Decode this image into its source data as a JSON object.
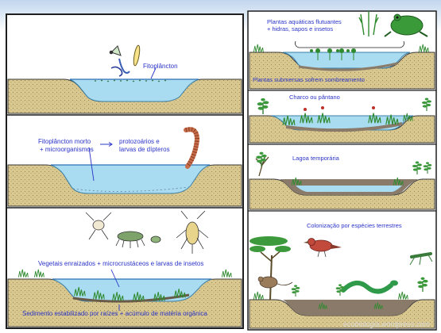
{
  "colors": {
    "label_text": "#2a34c8",
    "water": "#a9dcf0",
    "soil": "#d9c88f",
    "sediment": "#8a7a6a",
    "plant": "#2f8a2f"
  },
  "left_panels": [
    {
      "labels": [
        "Fitoplâncton"
      ]
    },
    {
      "labels": [
        "Fitoplâncton morto",
        "+ microorganismos",
        "protozoários e",
        "larvas de dípteros"
      ]
    },
    {
      "labels": [
        "Vegetais enraizados + microcrustáceos e larvas de insetos",
        "Sedimento estabilizado por raízes + acúmulo de matéria orgânica"
      ]
    }
  ],
  "right_panels": [
    {
      "labels": [
        "Plantas aquáticas flutuantes",
        "+ hidras, sapos e insetos",
        "Plantas submersas sofrem sombreamento"
      ]
    },
    {
      "labels": [
        "Charco ou pântano"
      ]
    },
    {
      "labels": [
        "Lagoa temporária"
      ]
    },
    {
      "labels": [
        "Colonização por espécies terrestres"
      ]
    }
  ],
  "credit": "ecobiologia.wordpress.com"
}
